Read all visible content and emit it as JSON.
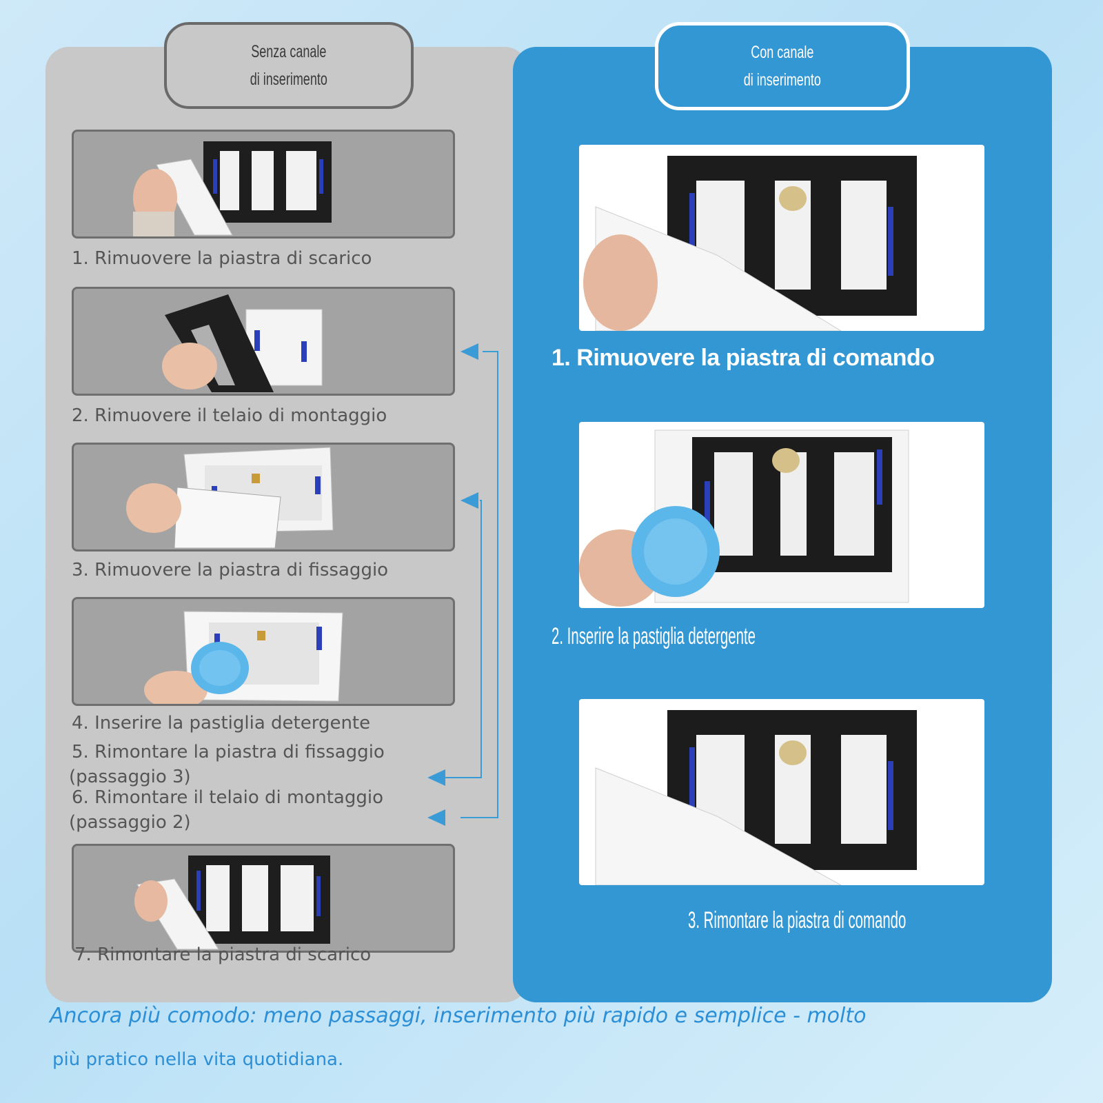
{
  "left_panel": {
    "tag": "Senza canale\ndi inserimento",
    "steps": [
      "1. Rimuovere la piastra di scarico",
      "2. Rimuovere il telaio di montaggio",
      "3. Rimuovere la piastra di fissaggio",
      "4. Inserire la pastiglia detergente",
      "5. Rimontare la piastra di fissaggio",
      "(passaggio 3)",
      "6. Rimontare il telaio di montaggio",
      "(passaggio 2)",
      "7. Rimontare la piastra di scarico"
    ]
  },
  "right_panel": {
    "tag": "Con canale\ndi inserimento",
    "steps": [
      "1. Rimuovere la piastra di comando",
      "2. Inserire la pastiglia detergente",
      "3. Rimontare la piastra di comando"
    ]
  },
  "footer": {
    "line1": "Ancora più comodo: meno passaggi, inserimento più rapido e semplice - molto",
    "line2": "più pratico nella vita quotidiana."
  },
  "colors": {
    "accent_blue": "#3397d3",
    "panel_grey": "#c8c8c8",
    "tablet_blue": "#5bb6ea",
    "footer_text": "#2c8fd6"
  }
}
